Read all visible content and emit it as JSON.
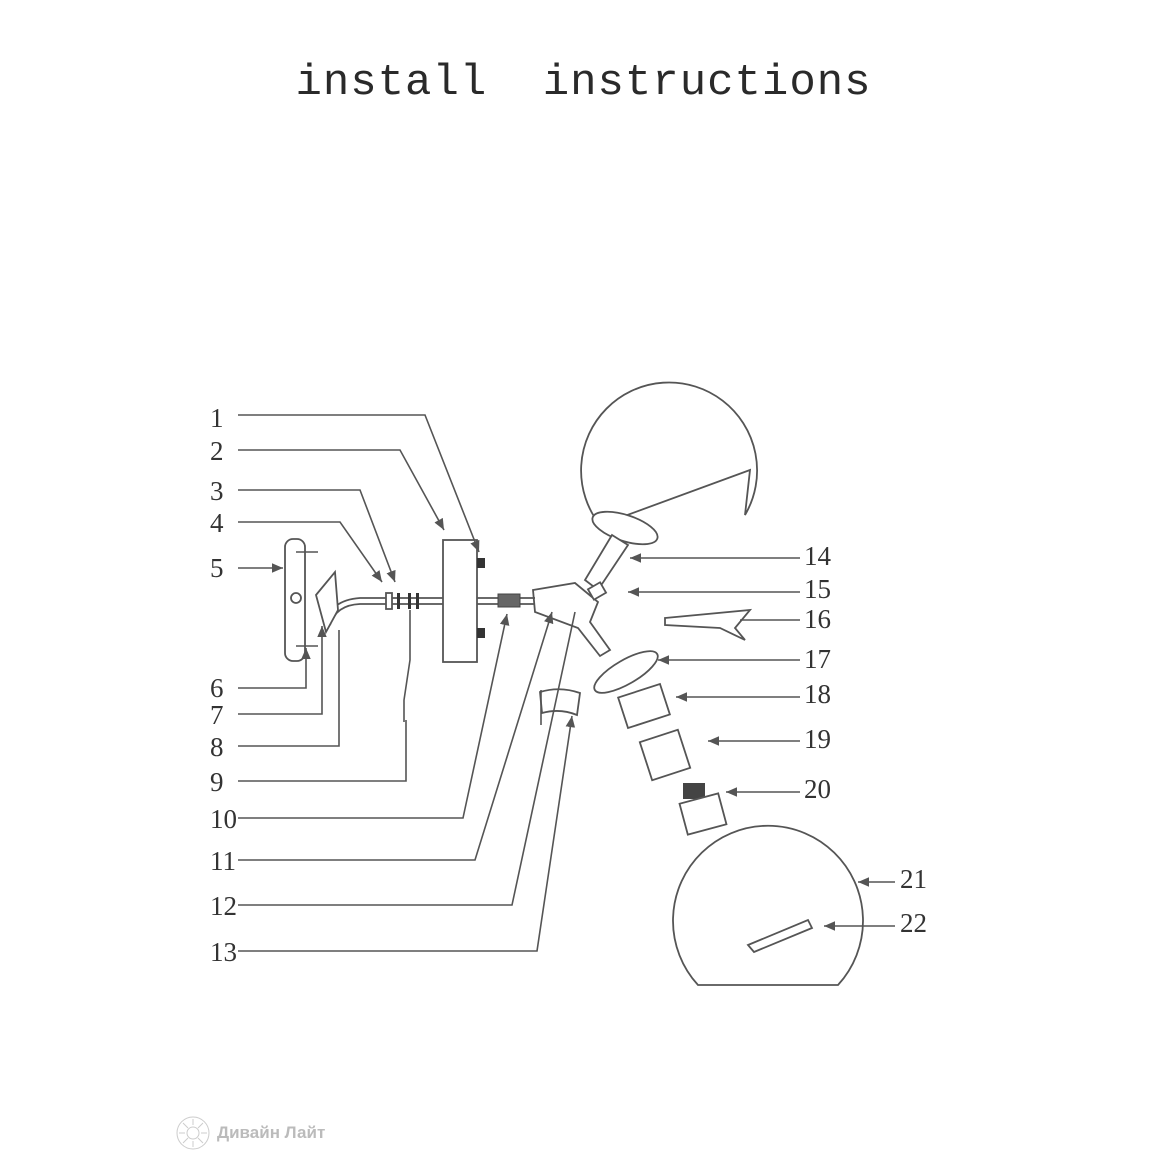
{
  "title": {
    "word1": "install",
    "word2": "instructions"
  },
  "labels": [
    "1",
    "2",
    "3",
    "4",
    "5",
    "6",
    "7",
    "8",
    "9",
    "10",
    "11",
    "12",
    "13",
    "14",
    "15",
    "16",
    "17",
    "18",
    "19",
    "20",
    "21",
    "22"
  ],
  "watermark": "Дивайн Лайт"
}
